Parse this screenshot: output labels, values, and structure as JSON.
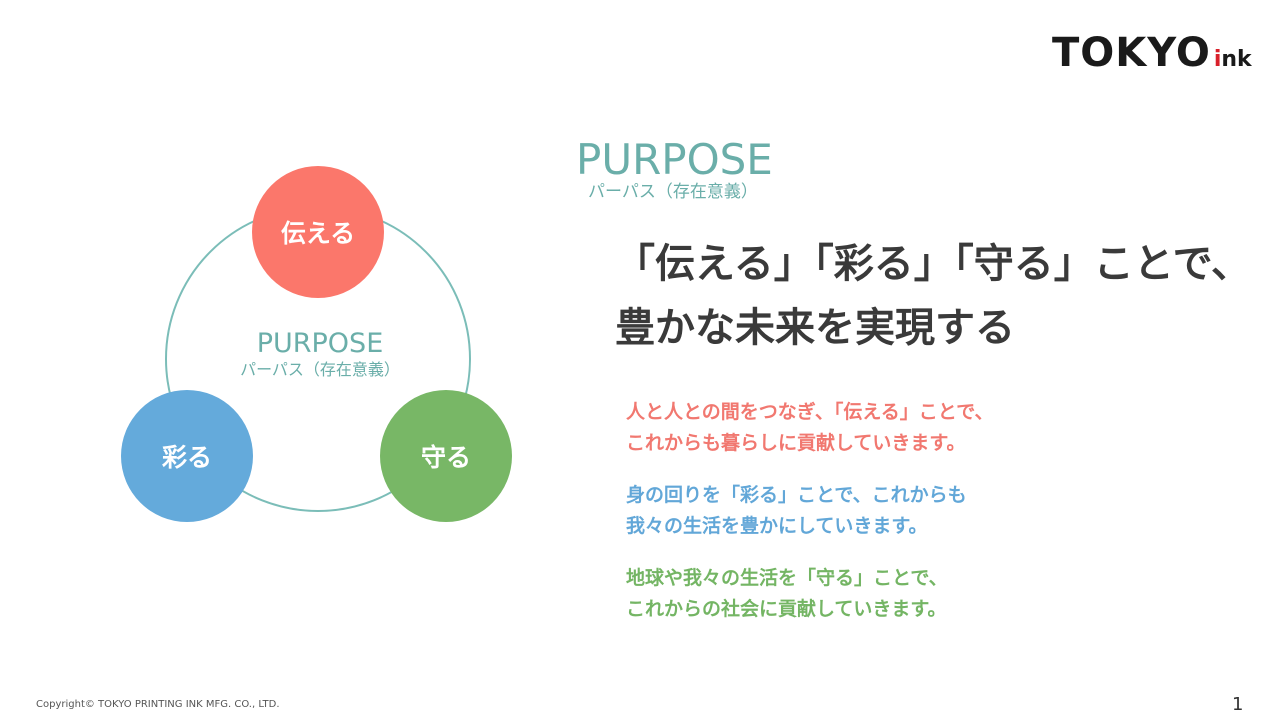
{
  "logo": {
    "main": "TOKYO",
    "sub_i": "i",
    "sub_rest": "nk"
  },
  "diagram": {
    "center": {
      "title": "PURPOSE",
      "subtitle": "パーパス（存在意義）"
    },
    "circles": [
      {
        "label": "伝える",
        "color": "#fb776b"
      },
      {
        "label": "彩る",
        "color": "#64aadb"
      },
      {
        "label": "守る",
        "color": "#78b766"
      }
    ],
    "ring_color": "#7bbdb8"
  },
  "section": {
    "title": "PURPOSE",
    "subtitle": "パーパス（存在意義）"
  },
  "headline": {
    "line1": "「伝える」「彩る」「守る」ことで、",
    "line2": "豊かな未来を実現する"
  },
  "paragraphs": [
    {
      "line1": "人と人との間をつなぎ、「伝える」ことで、",
      "line2": "これからも暮らしに貢献していきます。",
      "color": "#f17870"
    },
    {
      "line1": "身の回りを「彩る」ことで、これからも",
      "line2": "我々の生活を豊かにしていきます。",
      "color": "#62a7d8"
    },
    {
      "line1": "地球や我々の生活を「守る」ことで、",
      "line2": "これからの社会に貢献していきます。",
      "color": "#74b564"
    }
  ],
  "footer": {
    "copyright": "Copyright© TOKYO PRINTING INK MFG. CO., LTD.",
    "page_number": "1"
  }
}
